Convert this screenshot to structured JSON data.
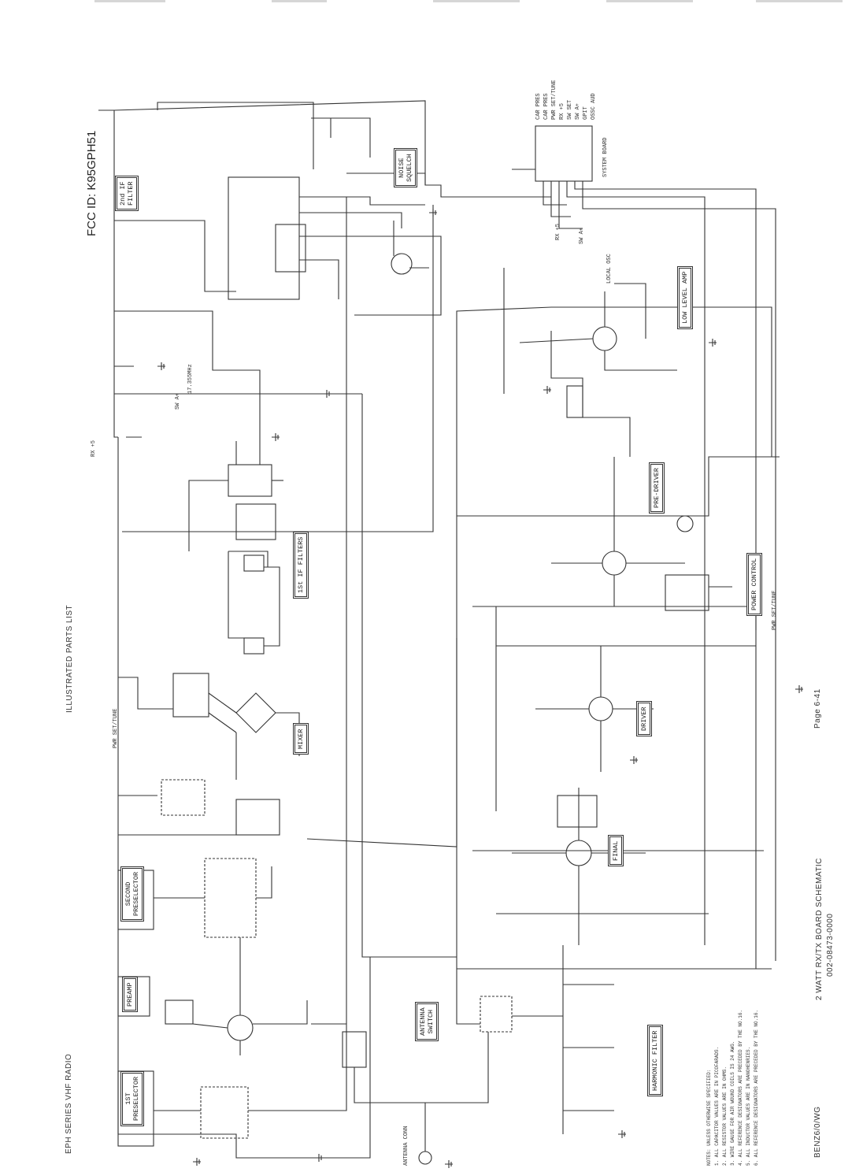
{
  "header": {
    "series": "EPH SERIES VHF RADIO",
    "parts_list": "ILLUSTRATED PARTS LIST",
    "fcc_id": "FCC ID: K95GPH51"
  },
  "footer": {
    "date_code": "BENZ6/0/WG",
    "schematic_title": "2 WATT RX/TX BOARD SCHEMATIC",
    "doc_number": "002-08473-0000",
    "page": "Page 6-41"
  },
  "notes": [
    "NOTES: UNLESS OTHERWISE SPECIFIED:",
    "1. ALL CAPACITOR VALUES ARE IN PICOFARADS.",
    "2. ALL RESISTOR VALUES ARE IN OHMS.",
    "3. WIRE GAUGE FOR AIR WOUND COILS IS 24 AWG.",
    "4. ALL REFERENCE DESIGNATORS ARE PRECEDED BY THE NO.16.",
    "5. ALL INDUCTOR VALUES ARE IN NANOHENRIES.",
    "6. ALL REFERENCE DESIGNATORS ARE PRECEDED BY THE NO.16."
  ],
  "blocks": {
    "first_preselector": [
      "1ST",
      "PRESELECTOR"
    ],
    "preamp": [
      "PREAMP"
    ],
    "second_preselector": [
      "SECOND",
      "PRESELECTOR"
    ],
    "mixer": [
      "MIXER"
    ],
    "first_if_filters": [
      "1St IF FILTERS"
    ],
    "second_if_filter": [
      "2nd IF",
      "FILTER"
    ],
    "noise_squelch": [
      "NOISE",
      "SQUELCH"
    ],
    "antenna_switch": [
      "ANTENNA",
      "SWITCH"
    ],
    "harmonic_filter": [
      "HARMONIC FILTER"
    ],
    "final": [
      "FINAL"
    ],
    "driver": [
      "DRIVER"
    ],
    "pre_driver": [
      "PRE-DRIVER"
    ],
    "power_control": [
      "POWER CONTROL"
    ],
    "low_level_amp": [
      "LOW LEVEL AMP"
    ]
  },
  "connector_j2_pins": [
    "CAR PRES",
    "CAR PRES",
    "PWR SET/TUNE",
    "RX +5",
    "SW SET",
    "SW A+",
    "GPIT",
    "OSSC AUD"
  ],
  "connector_j2_label": "SYSTEM BOARD",
  "net_labels": {
    "rx5": "RX +5",
    "sw_a_plus": "SW A+",
    "pwr_set_tune": "PWR SET/TUNE",
    "pwr_set_tune_2": "PWR SET/TUNE",
    "local_osc": "LOCAL OSC",
    "antenna": "ANTENNA CONN",
    "if_freq": "17.355MHz"
  },
  "colors": {
    "ink": "#333333",
    "paper": "#ffffff"
  }
}
